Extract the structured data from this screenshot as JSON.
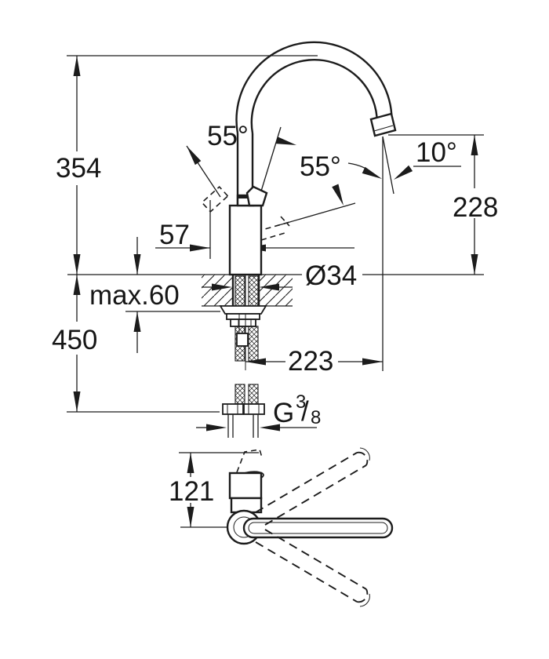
{
  "drawing": {
    "type": "faucet-installation-dimensional-drawing",
    "colors": {
      "line": "#1c1c1c",
      "background": "#ffffff"
    },
    "front_view": {
      "overall_height": "354",
      "below_counter_length": "450",
      "max_counter_thickness": "max.60",
      "lever_front_projection": "57",
      "lever_swing_angle_left": "55°",
      "lever_swing_angle_right": "55°",
      "outlet_spray_angle": "10°",
      "outlet_height": "228",
      "hole_diameter": "Ø34",
      "spout_reach": "223",
      "thread_size": {
        "prefix": "G",
        "numerator": "3",
        "slash": "/",
        "denominator": "8"
      }
    },
    "top_view": {
      "body_depth": "121"
    }
  }
}
